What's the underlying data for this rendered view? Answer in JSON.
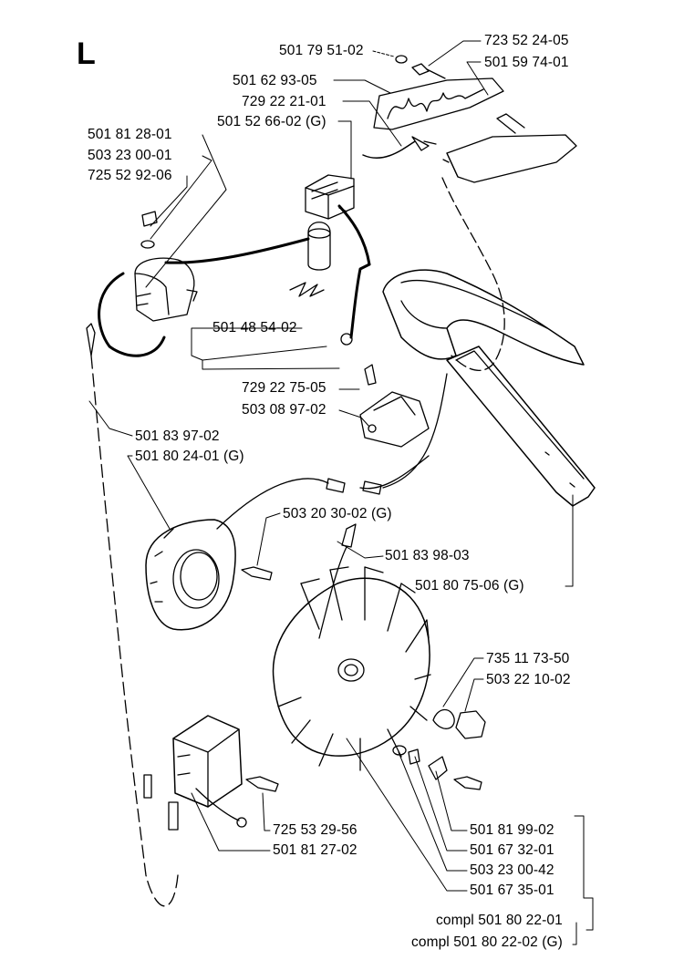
{
  "section_letter": "L",
  "labels": {
    "p501_79_51_02": "501 79 51-02",
    "p723_52_24_05": "723 52 24-05",
    "p501_59_74_01": "501 59 74-01",
    "p501_62_93_05": "501 62 93-05",
    "p729_22_21_01": "729 22 21-01",
    "p501_52_66_02": "501 52 66-02 (G)",
    "p501_81_28_01": "501 81 28-01",
    "p503_23_00_01": "503 23 00-01",
    "p725_52_92_06": "725 52 92-06",
    "p501_48_54_02": "501 48 54-02",
    "p729_22_75_05": "729 22 75-05",
    "p503_08_97_02": "503 08 97-02",
    "p501_83_97_02": "501 83 97-02",
    "p501_80_24_01": "501 80 24-01 (G)",
    "p503_20_30_02": "503 20 30-02 (G)",
    "p501_83_98_03": "501 83 98-03",
    "p501_80_75_06": "501 80 75-06 (G)",
    "p735_11_73_50": "735 11 73-50",
    "p503_22_10_02": "503 22 10-02",
    "p501_81_99_02": "501 81 99-02",
    "p501_67_32_01": "501 67 32-01",
    "p503_23_00_42": "503 23 00-42",
    "p501_67_35_01": "501 67 35-01",
    "p725_53_29_56": "725 53 29-56",
    "p501_81_27_02": "501 81 27-02",
    "compl_01": "compl 501 80 22-01",
    "compl_02": "compl 501 80 22-02 (G)"
  }
}
